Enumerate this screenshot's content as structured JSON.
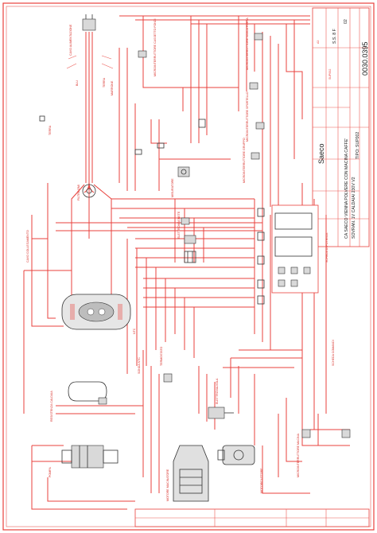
{
  "titleblock": {
    "brand": "Saeco",
    "drawing_number": "0030.0395",
    "title_line1": "CA SAECO VIENNA POLVERE CON MACINA CAFFE'",
    "title_line2": "SOVRAN. 1V CALDAIA/ 230V V2",
    "type_label": "TIPO: SUP002",
    "revision": "02",
    "scale": "S.S. 8 F",
    "size": "A3",
    "model_code": "SUP002"
  },
  "labels": {
    "cavo_alimentazione": "CAVO ALIMENTAZIONE",
    "terra": "TERRA",
    "blu": "BLU",
    "marrone": "MARRONE",
    "filtro": "FILTRO EMI",
    "cavo_collegamento": "CAVO COLLEGAMENTO",
    "microinterruttore_cassetto": "MICROINTERRUTTORE CASSETTO FONDI",
    "microinterruttore_vasca": "MICROINTERRUTTORE VASCA PORTA",
    "microinterruttore_sportello": "MICROINTERRUTTORE SPORTELLO",
    "microinterruttore_gruppo": "MICROINTERRUTTORE GRUPPO",
    "misuratore": "MISURATORE",
    "scheda_potenza": "SCHEDA DI POTENZA",
    "scheda_comandi": "SCHEDA COMANDI",
    "termostato": "TERMOSTATO",
    "resistenza_caldaia": "RESISTENZA CALDAIA",
    "pompa": "POMPA",
    "elettromagnete": "ELETTROMAGNETE",
    "elettrovalvola": "ELETTROVALVOLA",
    "motore_macinatore": "MOTORE MACINATORE",
    "motoriduttore": "MOTORIDUTTORE",
    "microinterruttore_macina": "MICROINTERRUTTORE MACINA",
    "sonda_ntc": "SONDA NTC",
    "ntc": "NTC"
  }
}
